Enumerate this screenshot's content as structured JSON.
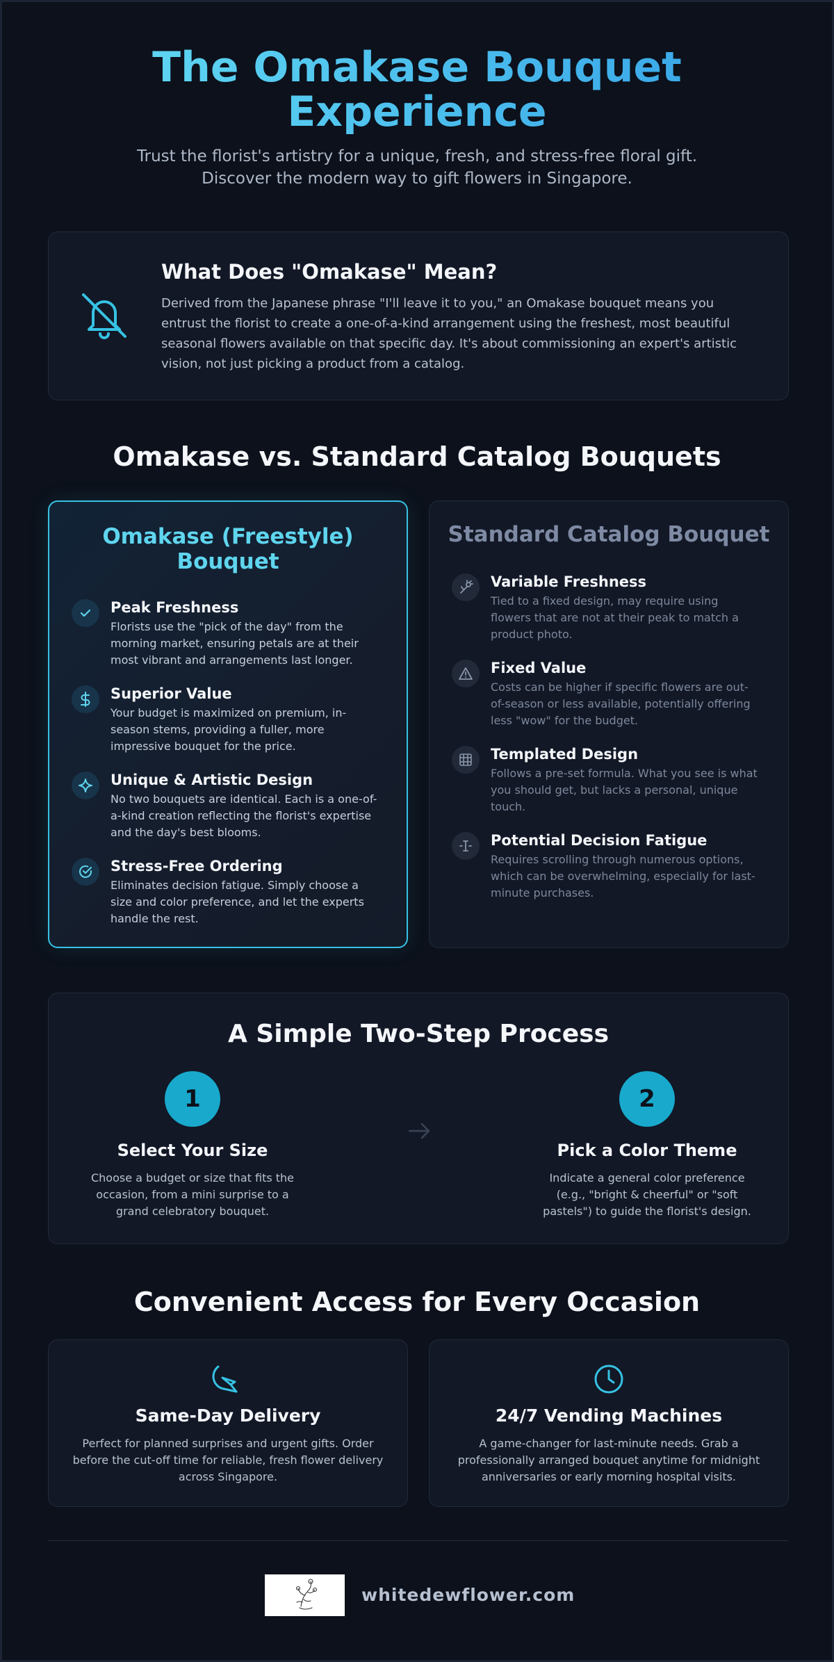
{
  "hero": {
    "title": "The Omakase Bouquet Experience",
    "subtitle": "Trust the florist's artistry for a unique, fresh, and stress-free floral gift. Discover the modern way to gift flowers in Singapore."
  },
  "meaning": {
    "icon": "bell-off-icon",
    "title": "What Does \"Omakase\" Mean?",
    "body": "Derived from the Japanese phrase \"I'll leave it to you,\" an Omakase bouquet means you entrust the florist to create a one-of-a-kind arrangement using the freshest, most beautiful seasonal flowers available on that specific day. It's about commissioning an expert's artistic vision, not just picking a product from a catalog."
  },
  "compare": {
    "title": "Omakase vs. Standard Catalog Bouquets",
    "omakase": {
      "title": "Omakase (Freestyle) Bouquet",
      "items": [
        {
          "icon": "check-icon",
          "title": "Peak Freshness",
          "body": "Florists use the \"pick of the day\" from the morning market, ensuring petals are at their most vibrant and arrangements last longer."
        },
        {
          "icon": "dollar-icon",
          "title": "Superior Value",
          "body": "Your budget is maximized on premium, in-season stems, providing a fuller, more impressive bouquet for the price."
        },
        {
          "icon": "sparkle-icon",
          "title": "Unique & Artistic Design",
          "body": "No two bouquets are identical. Each is a one-of-a-kind creation reflecting the florist's expertise and the day's best blooms."
        },
        {
          "icon": "check-circle-icon",
          "title": "Stress-Free Ordering",
          "body": "Eliminates decision fatigue. Simply choose a size and color preference, and let the experts handle the rest."
        }
      ]
    },
    "standard": {
      "title": "Standard Catalog Bouquet",
      "items": [
        {
          "icon": "wilted-flower-icon",
          "title": "Variable Freshness",
          "body": "Tied to a fixed design, may require using flowers that are not at their peak to match a product photo."
        },
        {
          "icon": "warning-icon",
          "title": "Fixed Value",
          "body": "Costs can be higher if specific flowers are out-of-season or less available, potentially offering less \"wow\" for the budget."
        },
        {
          "icon": "grid-icon",
          "title": "Templated Design",
          "body": "Follows a pre-set formula. What you see is what you should get, but lacks a personal, unique touch."
        },
        {
          "icon": "text-cursor-icon",
          "title": "Potential Decision Fatigue",
          "body": "Requires scrolling through numerous options, which can be overwhelming, especially for last-minute purchases."
        }
      ]
    }
  },
  "process": {
    "title": "A Simple Two-Step Process",
    "steps": [
      {
        "number": "1",
        "title": "Select Your Size",
        "body": "Choose a budget or size that fits the occasion, from a mini surprise to a grand celebratory bouquet."
      },
      {
        "number": "2",
        "title": "Pick a Color Theme",
        "body": "Indicate a general color preference (e.g., \"bright & cheerful\" or \"soft pastels\") to guide the florist's design."
      }
    ]
  },
  "access": {
    "title": "Convenient Access for Every Occasion",
    "cards": [
      {
        "icon": "delivery-icon",
        "title": "Same-Day Delivery",
        "body": "Perfect for planned surprises and urgent gifts. Order before the cut-off time for reliable, fresh flower delivery across Singapore."
      },
      {
        "icon": "clock-icon",
        "title": "24/7 Vending Machines",
        "body": "A game-changer for last-minute needs. Grab a professionally arranged bouquet anytime for midnight anniversaries or early morning hospital visits."
      }
    ]
  },
  "footer": {
    "site": "whitedewflower.com"
  },
  "colors": {
    "background": "#0c111b",
    "card": "#121826",
    "accent": "#36c2e4",
    "accent_dark": "#18a9cc",
    "muted": "#7e8aa3"
  }
}
